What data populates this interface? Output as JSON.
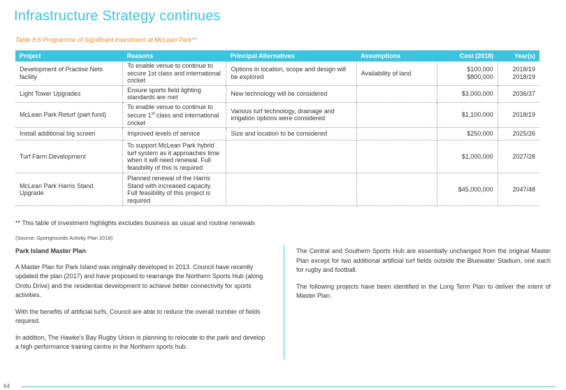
{
  "heading": "Infrastructure Strategy continues",
  "table_caption": "Table 8.6 Programme of Significant Investment at McLean Park**",
  "table": {
    "headers": [
      "Project",
      "Reasons",
      "Principal Alternatives",
      "Assumptions",
      "Cost (2018)",
      "Year(s)"
    ],
    "rows": [
      {
        "project": "Development of Practise Nets facility",
        "reasons": "To enable venue to continue to secure 1st class and international cricket",
        "alternatives": "Options in location, scope and design will be explored",
        "assumptions": "Availability of land",
        "cost_1": "$100,000",
        "cost_2": "$800,000",
        "year_1": "2018/19",
        "year_2": "2018/19"
      },
      {
        "project": "Light Tower Upgrades",
        "reasons": "Ensure sports field lighting standards are met",
        "alternatives": "New technology will be considered",
        "assumptions": "",
        "cost": "$3,000,000",
        "year": "2036/37"
      },
      {
        "project": "McLean Park Returf (part fund)",
        "reasons_pre": "To enable venue to continue to secure 1",
        "reasons_sup": "st",
        "reasons_post": "class and international cricket",
        "alternatives": "Various turf technology, drainage and irrigation options were considered",
        "assumptions": "",
        "cost": "$1,100,000",
        "year": "2018/19"
      },
      {
        "project": "Install additional big screen",
        "reasons": "Improved levels of service",
        "alternatives": "Size and location to be considered",
        "assumptions": "",
        "cost": "$250,000",
        "year": "2025/26"
      },
      {
        "project": "Turf Farm Development",
        "reasons": "To support McLean Park hybrid turf system as it approaches time when it will need renewal. Full feasibility of this is required",
        "alternatives": "",
        "assumptions": "",
        "cost": "$1,000,000",
        "year": "2027/28"
      },
      {
        "project": "McLean Park Harris Stand Upgrade",
        "reasons": "Planned renewal of the Harris Stand with increased capacity. Full feasibility of this project is required",
        "alternatives": "",
        "assumptions": "",
        "cost": "$45,000,000",
        "year": "2047/48"
      }
    ]
  },
  "footnote": "** This table of investment highlights excludes business as usual and routine renewals",
  "source": "(Source:  Sportgrounds Activity Plan 2018)",
  "left_column": {
    "heading": "Park Island Master Plan",
    "paragraphs": [
      "A Master Plan for Park Island was originally developed in 2013. Council have recently updated the plan (2017) and have proposed to rearrange the Northern Sports Hub (along Orotu Drive) and the residential development to achieve better connectivity for sports activities.",
      "With the benefits of artificial turfs, Council are able to reduce the overall number of fields required.",
      "In addition, The Hawke's Bay Rugby Union is planning to relocate to the park and develop a high performance training centre in the Northern sports hub."
    ]
  },
  "right_column": {
    "paragraphs": [
      "The Central and Southern Sports Hub are essentially unchanged from the original Master Plan except for two additional artificial turf fields outside the Bluewater Stadium, one each for rugby and football.",
      "The following projects have been identified in the Long Term Plan to deliver the intent of Master Plan."
    ]
  },
  "page_number": "64",
  "colors": {
    "accent": "#3ec3df",
    "caption": "#e8882a"
  }
}
